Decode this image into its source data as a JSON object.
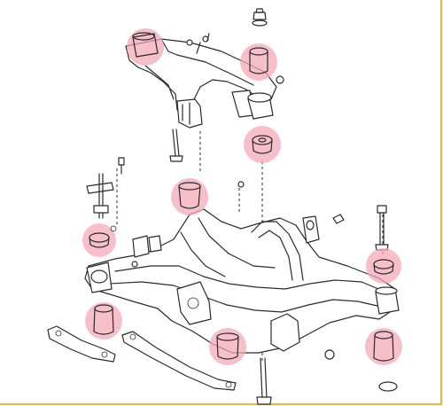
{
  "diagram": {
    "highlight_color": "#f4a6b4",
    "line_color": "#2b2b2b",
    "frame_color": "#f2b233",
    "parts": [
      {
        "name": "upper-member-front-bushing"
      },
      {
        "name": "upper-member-rear-bushing"
      },
      {
        "name": "upper-member-mount-cushion"
      },
      {
        "name": "suspension-member-front-bushing-left"
      },
      {
        "name": "stopper-cushion-left"
      },
      {
        "name": "stopper-cushion-right"
      },
      {
        "name": "suspension-member-bushing-left"
      },
      {
        "name": "suspension-member-rear-bushing"
      },
      {
        "name": "suspension-member-bushing-right"
      }
    ]
  }
}
